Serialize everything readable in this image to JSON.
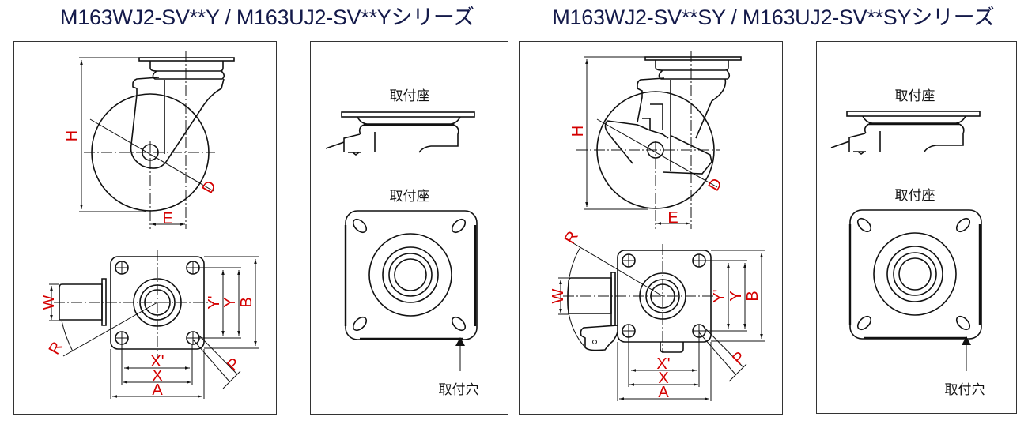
{
  "titles": {
    "left": "M163WJ2-SV**Y / M163UJ2-SV**Yシリーズ",
    "right": "M163WJ2-SV**SY / M163UJ2-SV**SYシリーズ"
  },
  "colors": {
    "title": "#141a4a",
    "dimension_label": "#d40000",
    "line": "#111111"
  },
  "dimension_labels": {
    "H": "H",
    "D": "D",
    "E": "E",
    "W": "W",
    "R": "R",
    "Y_prime": "Y'",
    "Y": "Y",
    "B": "B",
    "X_prime": "X'",
    "X": "X",
    "A": "A",
    "P": "P"
  },
  "mounting_labels": {
    "seat_side": "取付座",
    "seat_top": "取付座",
    "hole": "取付穴"
  },
  "panels": [
    {
      "name": "standard-caster-dimensions",
      "views": [
        "side-view",
        "top-view"
      ]
    },
    {
      "name": "standard-mounting-plate",
      "views": [
        "plate-side-view",
        "plate-top-view"
      ]
    },
    {
      "name": "stopper-caster-dimensions",
      "views": [
        "side-view",
        "top-view"
      ]
    },
    {
      "name": "stopper-mounting-plate",
      "views": [
        "plate-side-view",
        "plate-top-view"
      ]
    }
  ]
}
